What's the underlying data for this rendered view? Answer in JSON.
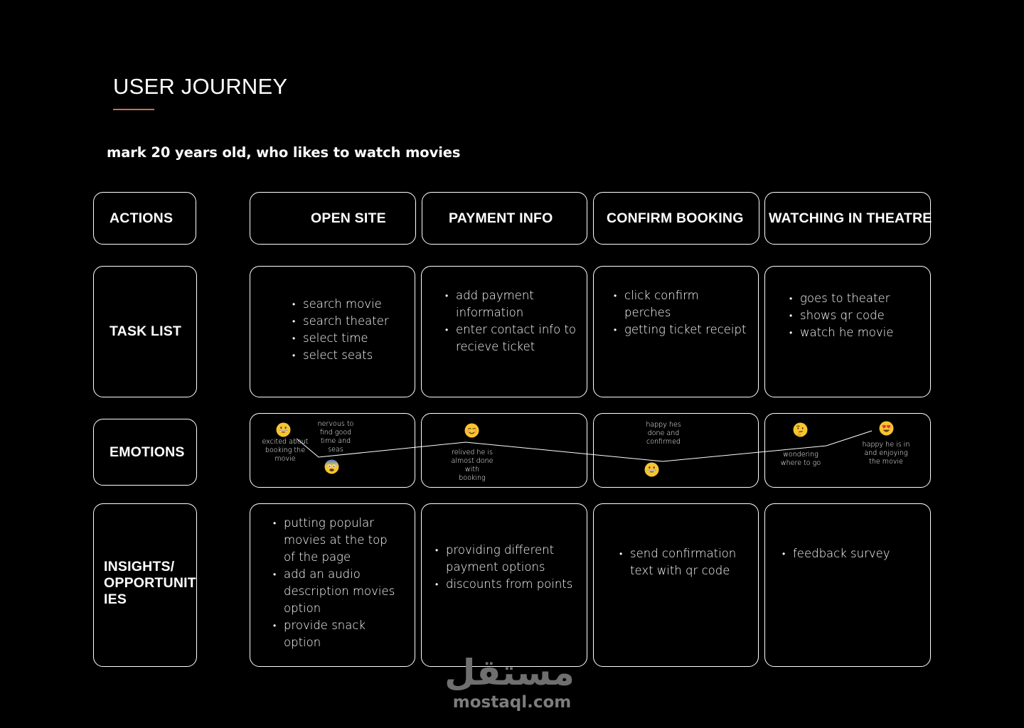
{
  "title": "USER JOURNEY",
  "persona": "mark 20 years old, who likes to watch movies",
  "rows": {
    "actions": "ACTIONS",
    "tasks": "TASK LIST",
    "emotions": "EMOTIONS",
    "insights_line1": "INSIGHTS/",
    "insights_line2": "OPPORTUNIT",
    "insights_line3": "IES"
  },
  "stages": [
    "OPEN SITE",
    "PAYMENT INFO",
    "CONFIRM BOOKING",
    "WATCHING IN THEATRE"
  ],
  "tasks": [
    [
      "search movie",
      "search theater",
      "select time",
      "select seats"
    ],
    [
      "add payment information",
      "enter contact info to recieve ticket"
    ],
    [
      "click confirm perches",
      "getting ticket receipt"
    ],
    [
      "goes to theater",
      "shows qr code",
      "watch he movie"
    ]
  ],
  "emotions": {
    "excited": "excited about booking the movie",
    "nervous": "nervous  to find good time and seas",
    "relived": "relived he is almost done with booking",
    "happy_done": "happy hes done and confirmed",
    "wondering": "wondering where to go",
    "happy_enjoying": "happy he is in and enjoying the movie"
  },
  "insights": [
    [
      "putting popular movies at the top of the page",
      "add an audio description movies option",
      "provide snack option"
    ],
    [
      "providing different payment options",
      "discounts from points"
    ],
    [
      "send confirmation text with qr code"
    ],
    [
      "feedback survey"
    ]
  ],
  "watermark": {
    "arabic": "مستقل",
    "latin": "mostaql.com"
  },
  "colors": {
    "background": "#000000",
    "border": "#ffffff",
    "accent_underline": "#c9714d",
    "emoji_yellow": "#f7c531",
    "watermark": "#7a7a7a"
  }
}
